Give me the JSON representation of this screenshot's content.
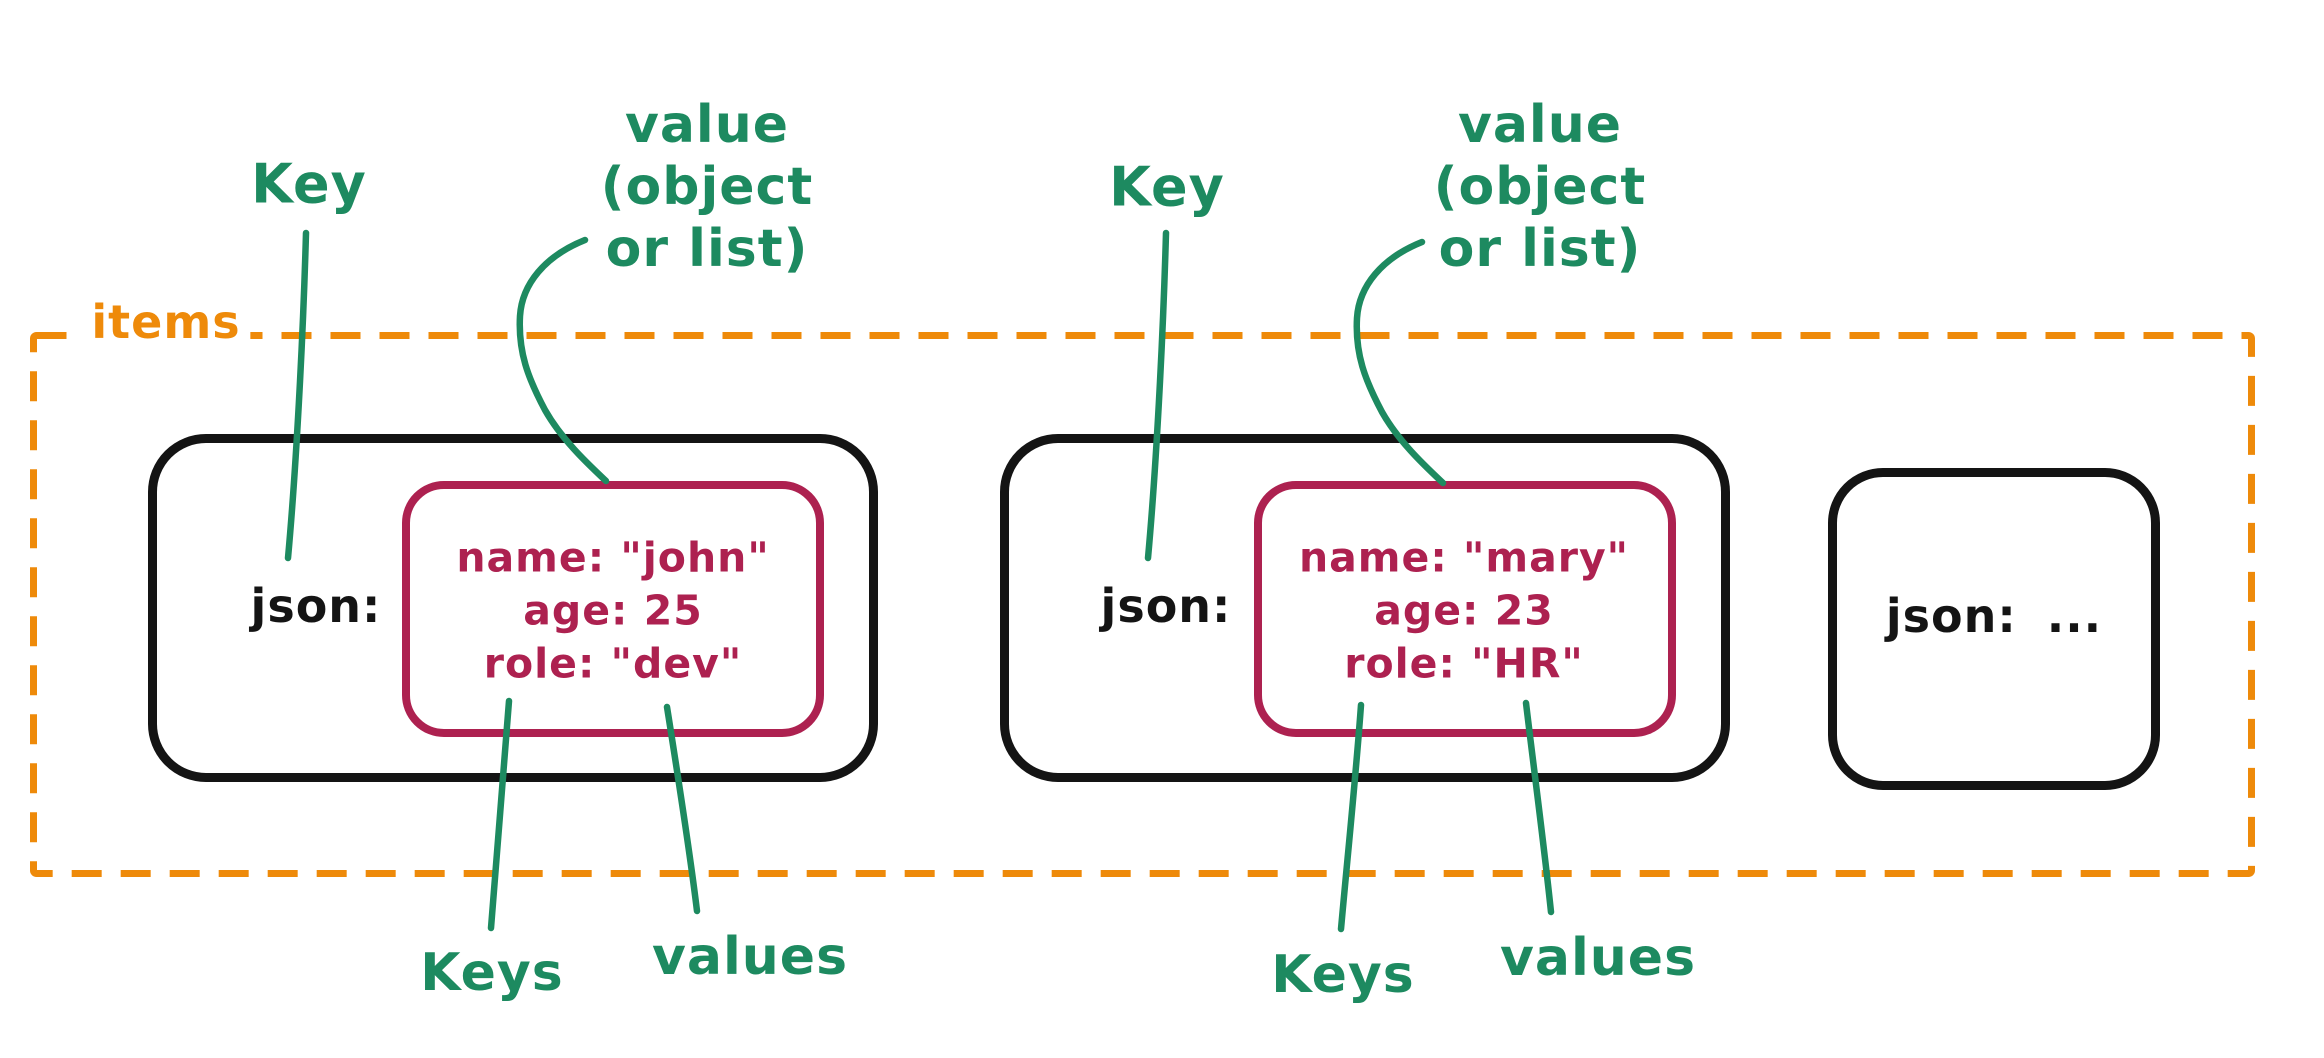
{
  "colors": {
    "green": "#1d8a60",
    "orange": "#ee8a0a",
    "crimson": "#ad2150",
    "ink": "#141414"
  },
  "group": {
    "label": "items"
  },
  "annotations": {
    "key_1": "Key",
    "key_2": "Key",
    "value_1": {
      "line_1": "value",
      "line_2": "(object",
      "line_3": "or list)"
    },
    "value_2": {
      "line_1": "value",
      "line_2": "(object",
      "line_3": "or list)"
    },
    "keys_1": "Keys",
    "values_1": "values",
    "keys_2": "Keys",
    "values_2": "values"
  },
  "cards": [
    {
      "key_label": "json:",
      "object_lines": [
        "name: \"john\"",
        "age: 25",
        "role: \"dev\""
      ]
    },
    {
      "key_label": "json:",
      "object_lines": [
        "name: \"mary\"",
        "age: 23",
        "role: \"HR\""
      ]
    },
    {
      "key_label": "json:",
      "ellipsis": "..."
    }
  ]
}
